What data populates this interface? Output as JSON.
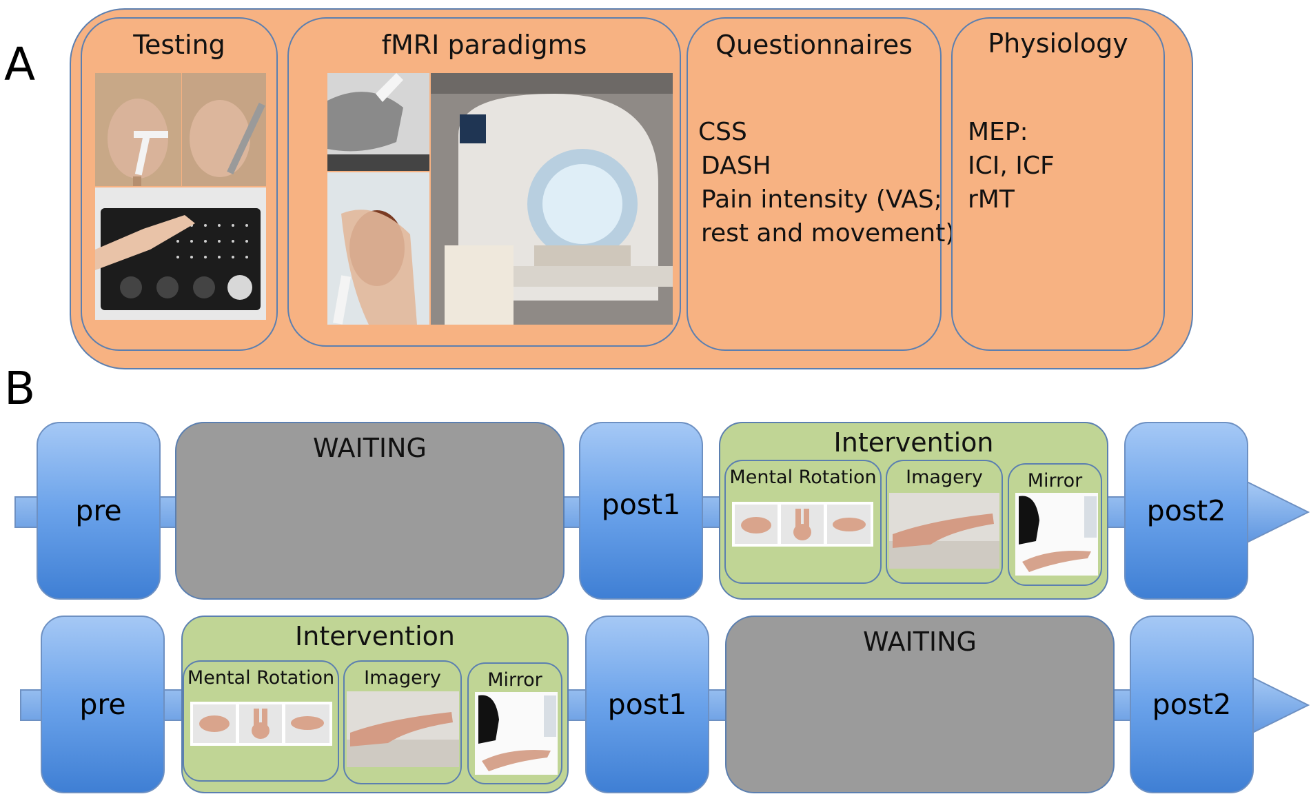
{
  "panel_a": {
    "letter": "A",
    "testing": {
      "title": "Testing"
    },
    "fmri": {
      "title": "fMRI paradigms"
    },
    "questionnaires": {
      "title": "Questionnaires",
      "items": [
        "CSS",
        "DASH",
        "Pain intensity (VAS;",
        "rest and movement)"
      ]
    },
    "physiology": {
      "title": "Physiology",
      "items": [
        "MEP:",
        "ICI, ICF",
        "rMT"
      ]
    }
  },
  "panel_b": {
    "letter": "B",
    "row1": {
      "pre": "pre",
      "waiting": "WAITING",
      "post1": "post1",
      "intervention": {
        "title": "Intervention",
        "mental_rotation": "Mental Rotation",
        "imagery": "Imagery",
        "mirror": "Mirror"
      },
      "post2": "post2"
    },
    "row2": {
      "pre": "pre",
      "intervention": {
        "title": "Intervention",
        "mental_rotation": "Mental Rotation",
        "imagery": "Imagery",
        "mirror": "Mirror"
      },
      "post1": "post1",
      "waiting": "WAITING",
      "post2": "post2"
    }
  },
  "colors": {
    "orange_fill": "#f7b282",
    "outline_blue": "#5b7fb0",
    "block_blue": "#6aa2ea",
    "waiting_gray": "#9b9b9b",
    "intervention_green": "#c0d595"
  }
}
